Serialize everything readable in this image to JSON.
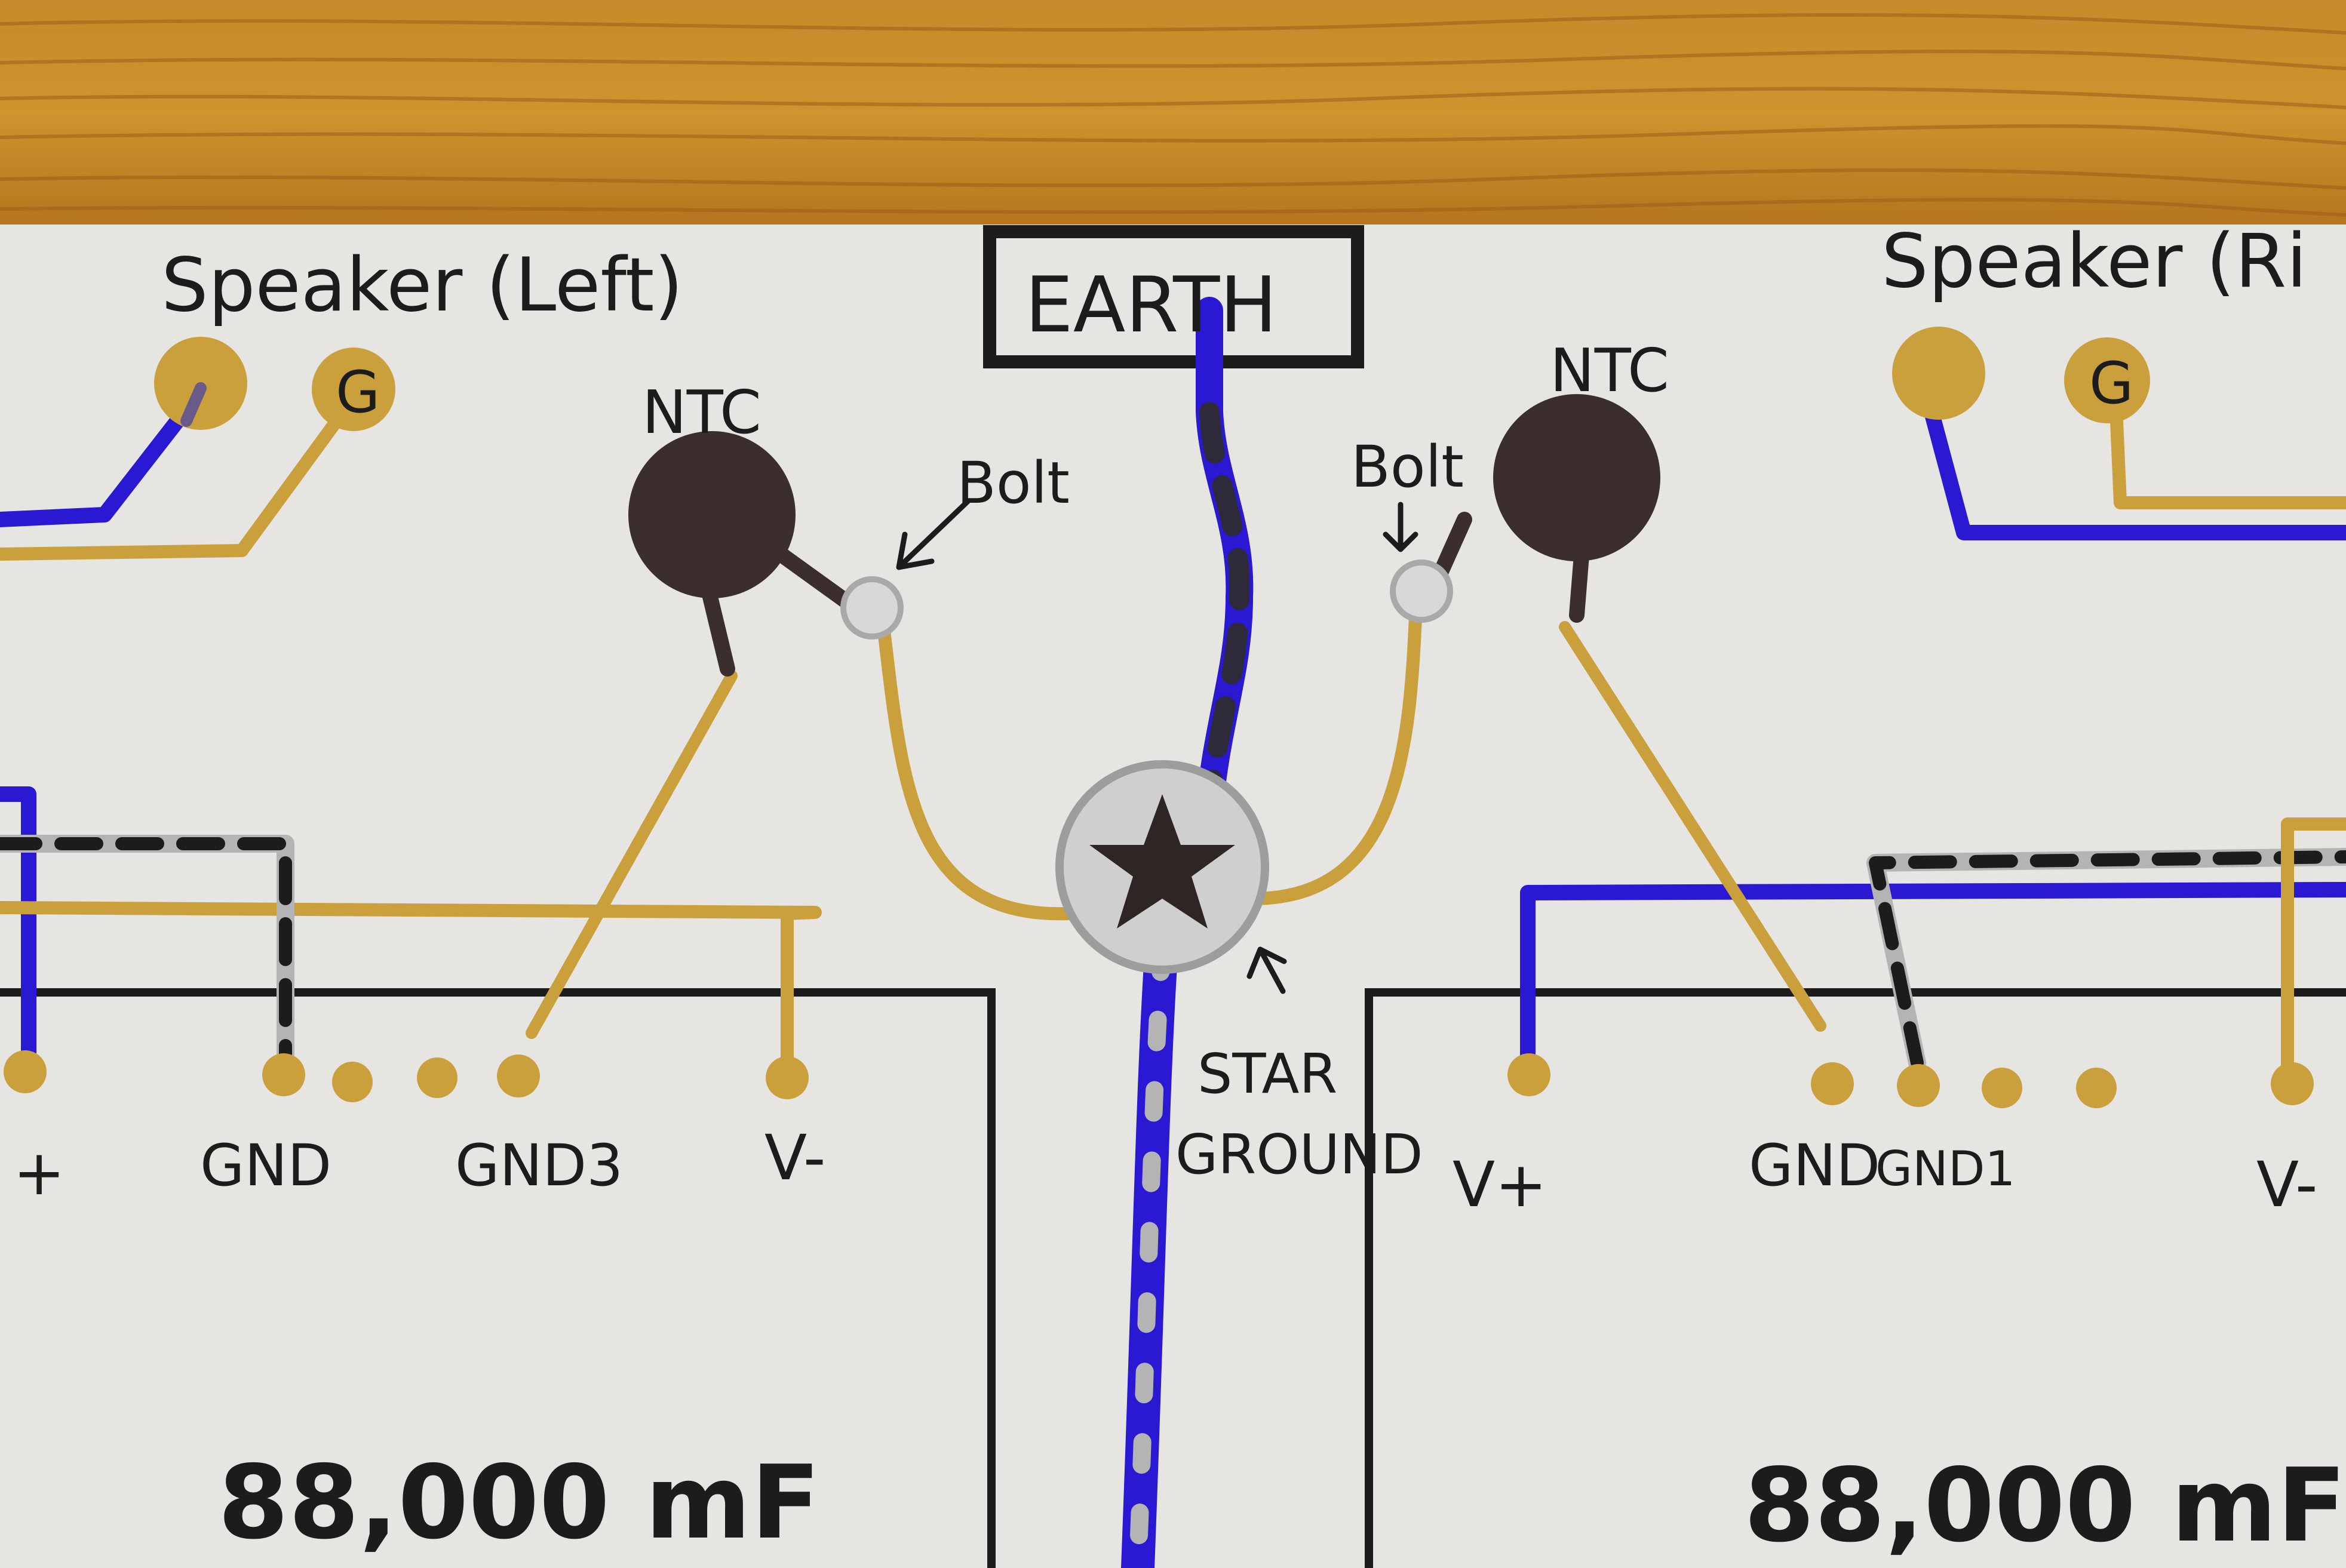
{
  "labels": {
    "speaker_left": "Speaker (Left)",
    "speaker_right": "Speaker (Ri",
    "earth": "EARTH",
    "ntc_left": "NTC",
    "ntc_right": "NTC",
    "bolt_left": "Bolt",
    "bolt_right": "Bolt",
    "star_ground_line1": "STAR",
    "star_ground_line2": "GROUND",
    "g_left": "G",
    "g_right": "G",
    "left_vplus": "+",
    "left_gnd": "GND",
    "left_gnd3": "GND3",
    "left_vminus": "V-",
    "right_vplus": "V+",
    "right_gnd": "GND",
    "right_gnd1": "GND1",
    "right_vminus": "V-",
    "cap_left": "88,000 mF",
    "cap_right": "88,000 mF"
  },
  "colors": {
    "wood": "#c98a2c",
    "paper": "#e6e5e2",
    "ink": "#1c1c1c",
    "gold": "#c9a03c",
    "blue": "#2a18d2",
    "silver": "#b4b4b4",
    "thermistor": "#3a2f2c"
  }
}
